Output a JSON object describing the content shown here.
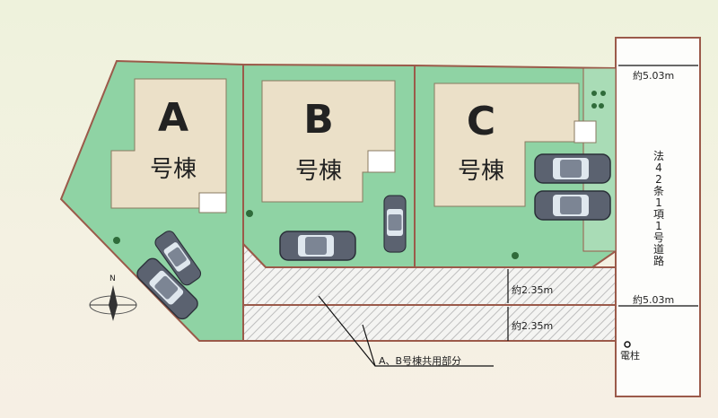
{
  "buildings": [
    {
      "letter": "A",
      "suffix": "号棟"
    },
    {
      "letter": "B",
      "suffix": "号棟"
    },
    {
      "letter": "C",
      "suffix": "号棟"
    }
  ],
  "road": {
    "label": "法42条1項1号道路",
    "width_top": "約5.03m",
    "width_bottom": "約5.03m"
  },
  "driveway": {
    "strip1": "約2.35m",
    "strip2": "約2.35m",
    "shared_label": "A、B号棟共用部分"
  },
  "utility_pole": "電柱",
  "compass": "N",
  "colors": {
    "lot": "#8fd3a4",
    "house": "#ebe0c8",
    "border": "#9b5a4a",
    "hatch": "#c8c8c8"
  }
}
